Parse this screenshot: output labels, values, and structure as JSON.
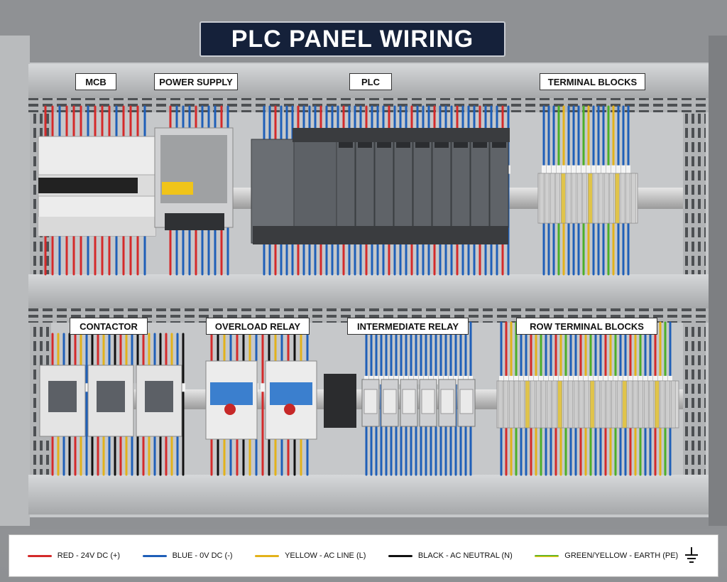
{
  "title": "PLC PANEL WIRING",
  "top_labels": {
    "mcb": "MCB",
    "power_supply": "POWER SUPPLY",
    "plc": "PLC",
    "terminal_blocks": "TERMINAL BLOCKS"
  },
  "bottom_labels": {
    "contactor": "CONTACTOR",
    "overload_relay": "OVERLOAD RELAY",
    "intermediate_relay": "INTERMEDIATE RELAY",
    "row_terminal_blocks": "ROW TERMINAL BLOCKS"
  },
  "legend": {
    "red": {
      "label": "RED - 24V DC (+)",
      "color": "#d42a2a"
    },
    "blue": {
      "label": "BLUE - 0V DC (-)",
      "color": "#1f5fb8"
    },
    "yellow": {
      "label": "YELLOW - AC LINE (L)",
      "color": "#e3b21a"
    },
    "black": {
      "label": "BLACK - AC NEUTRAL (N)",
      "color": "#111111"
    },
    "green_yellow": {
      "label": "GREEN/YELLOW - EARTH (PE)",
      "color": "#4caf28",
      "color2": "#e3c61a"
    },
    "earth_icon": "earth-ground-icon"
  },
  "colors": {
    "title_bg": "#15213a",
    "panel": "#c9cbcd",
    "duct": "#b4b6b8",
    "device": "#5d6166",
    "device_light": "#e9e9e9"
  }
}
